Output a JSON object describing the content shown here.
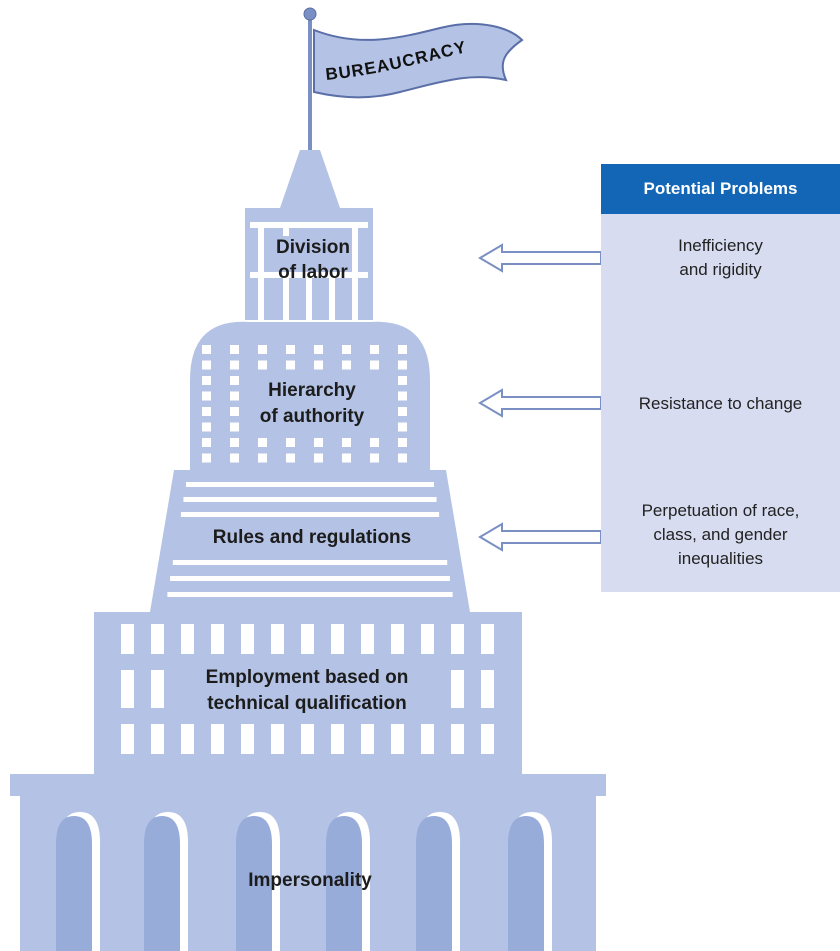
{
  "flag": {
    "text": "BUREAUCRACY"
  },
  "tiers": {
    "division": [
      "Division",
      "of labor"
    ],
    "hierarchy": [
      "Hierarchy",
      "of authority"
    ],
    "rules": "Rules and regulations",
    "employment": [
      "Employment based on",
      "technical qualification"
    ],
    "impersonality": "Impersonality"
  },
  "problems": {
    "heading": "Potential Problems",
    "items": [
      [
        "Inefficiency",
        "and rigidity"
      ],
      [
        "Resistance to change"
      ],
      [
        "Perpetuation of race,",
        "class, and gender",
        "inequalities"
      ]
    ]
  },
  "colors": {
    "building": "#b4c3e5",
    "building_dark": "#98acd9",
    "panel": "#d7dcf0",
    "header": "#1366b5"
  }
}
